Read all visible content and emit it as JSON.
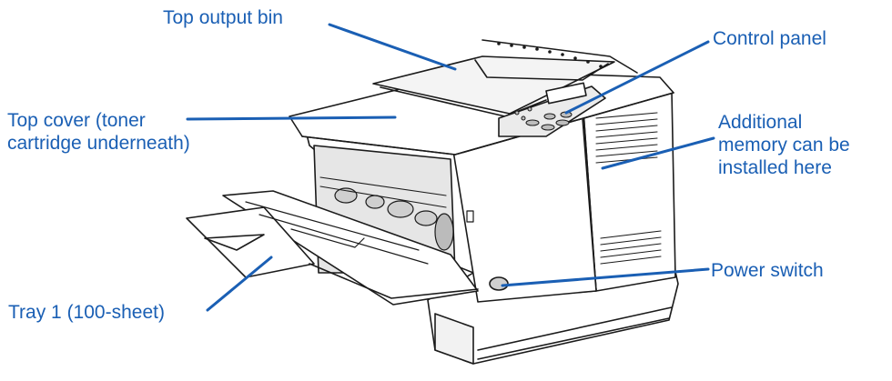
{
  "colors": {
    "leader": "#1a5fb4",
    "label": "#1a5fb4",
    "outline": "#1b1b1b",
    "body_fill": "#ffffff",
    "shade": "#d9d9d9",
    "dark": "#3a3a3a"
  },
  "callouts": {
    "top_output_bin": "Top output bin",
    "control_panel": "Control panel",
    "top_cover": "Top cover (toner\ncartridge underneath)",
    "additional_memory": "Additional\nmemory can be\ninstalled here",
    "power_switch": "Power switch",
    "tray1": "Tray 1 (100-sheet)"
  },
  "illustration": "laser-printer-line-drawing"
}
